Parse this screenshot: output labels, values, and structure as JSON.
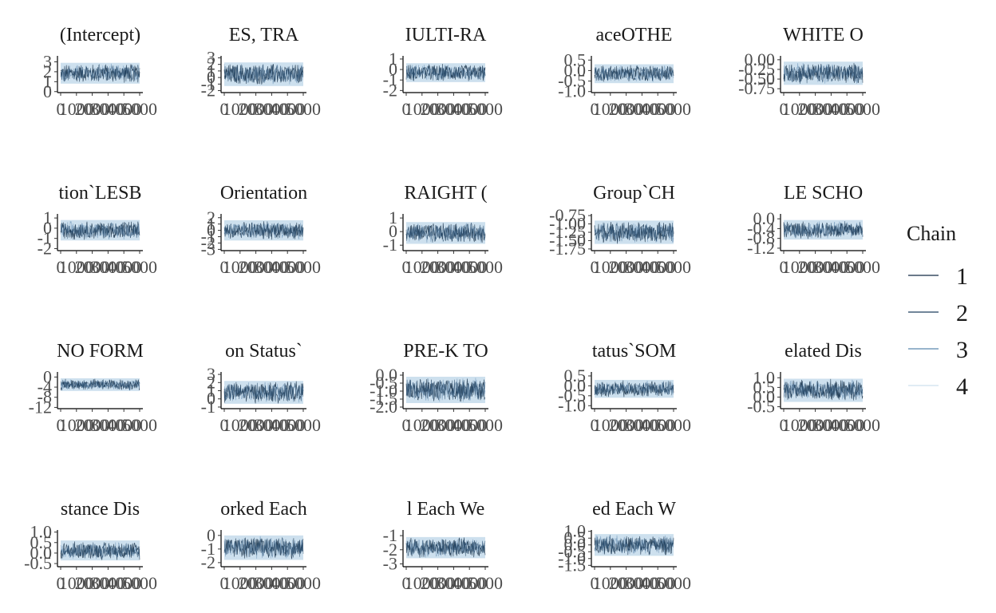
{
  "legend": {
    "title": "Chain",
    "items": [
      {
        "label": "1",
        "color": "#132b43"
      },
      {
        "label": "2",
        "color": "#1d3f5e"
      },
      {
        "label": "3",
        "color": "#5b86ad"
      },
      {
        "label": "4",
        "color": "#cde0ee"
      }
    ]
  },
  "chart_data": [
    {
      "type": "line",
      "title": "(Intercept)",
      "yticks": [
        "3",
        "2",
        "1",
        "0"
      ],
      "yvals": [
        3,
        2,
        1,
        0
      ],
      "ylim": [
        -0.1,
        3.6
      ],
      "band": [
        0.8,
        2.9
      ],
      "xticks": [
        "0",
        "1000",
        "2000",
        "3000",
        "4000",
        "5000"
      ]
    },
    {
      "type": "line",
      "title": "ES, TRA",
      "yticks": [
        "3",
        "2",
        "1",
        "0",
        "-1",
        "-2"
      ],
      "yvals": [
        3,
        2,
        1,
        0,
        -1,
        -2
      ],
      "ylim": [
        -2.3,
        3.3
      ],
      "band": [
        -1.3,
        2.3
      ],
      "xticks": [
        "0",
        "1000",
        "2000",
        "3000",
        "4000",
        "5000"
      ]
    },
    {
      "type": "line",
      "title": "IULTI-RA",
      "yticks": [
        "1",
        "0",
        "-1",
        "-2"
      ],
      "yvals": [
        1,
        0,
        -1,
        -2
      ],
      "ylim": [
        -2.2,
        1.3
      ],
      "band": [
        -1.2,
        0.6
      ],
      "xticks": [
        "0",
        "1000",
        "2000",
        "3000",
        "4000",
        "5000"
      ]
    },
    {
      "type": "line",
      "title": "aceOTHE",
      "yticks": [
        "0.5",
        "0.0",
        "-0.5",
        "-1.0"
      ],
      "yvals": [
        0.5,
        0,
        -0.5,
        -1
      ],
      "ylim": [
        -1.05,
        0.7
      ],
      "band": [
        -0.6,
        0.3
      ],
      "xticks": [
        "0",
        "1000",
        "2000",
        "3000",
        "4000",
        "5000"
      ]
    },
    {
      "type": "line",
      "title": "WHITE O",
      "yticks": [
        "0.00",
        "-0.25",
        "-0.50",
        "-0.75"
      ],
      "yvals": [
        0,
        -0.25,
        -0.5,
        -0.75
      ],
      "ylim": [
        -0.85,
        0.1
      ],
      "band": [
        -0.65,
        -0.05
      ],
      "xticks": [
        "0",
        "1000",
        "2000",
        "3000",
        "4000",
        "5000"
      ]
    },
    {
      "type": "line",
      "title": "tion`LESB",
      "yticks": [
        "1",
        "0",
        "-1",
        "-2"
      ],
      "yvals": [
        1,
        0,
        -1,
        -2
      ],
      "ylim": [
        -2.2,
        1.4
      ],
      "band": [
        -1.2,
        0.8
      ],
      "xticks": [
        "0",
        "1000",
        "2000",
        "3000",
        "4000",
        "5000"
      ]
    },
    {
      "type": "line",
      "title": "Orientation",
      "yticks": [
        "2",
        "1",
        "0",
        "-1",
        "-2",
        "-3"
      ],
      "yvals": [
        2,
        1,
        0,
        -1,
        -2,
        -3
      ],
      "ylim": [
        -3.2,
        2.6
      ],
      "band": [
        -1.6,
        1.6
      ],
      "xticks": [
        "0",
        "1000",
        "2000",
        "3000",
        "4000",
        "5000"
      ]
    },
    {
      "type": "line",
      "title": "RAIGHT (",
      "yticks": [
        "1",
        "0",
        "-1"
      ],
      "yvals": [
        1,
        0,
        -1
      ],
      "ylim": [
        -1.4,
        1.3
      ],
      "band": [
        -0.9,
        0.7
      ],
      "xticks": [
        "0",
        "1000",
        "2000",
        "3000",
        "4000",
        "5000"
      ]
    },
    {
      "type": "line",
      "title": "Group`CH",
      "yticks": [
        "-0.75",
        "-1.00",
        "-1.25",
        "-1.50",
        "-1.75"
      ],
      "yvals": [
        -0.75,
        -1,
        -1.25,
        -1.5,
        -1.75
      ],
      "ylim": [
        -1.8,
        -0.7
      ],
      "band": [
        -1.6,
        -0.9
      ],
      "xticks": [
        "0",
        "1000",
        "2000",
        "3000",
        "4000",
        "5000"
      ]
    },
    {
      "type": "line",
      "title": "LE SCHO",
      "yticks": [
        "0.0",
        "-0.4",
        "-0.8",
        "-1.2"
      ],
      "yvals": [
        0,
        -0.4,
        -0.8,
        -1.2
      ],
      "ylim": [
        -1.3,
        0.2
      ],
      "band": [
        -0.85,
        -0.05
      ],
      "xticks": [
        "0",
        "1000",
        "2000",
        "3000",
        "4000",
        "5000"
      ]
    },
    {
      "type": "line",
      "title": "NO FORM",
      "yticks": [
        "0",
        "-4",
        "-8",
        "-12"
      ],
      "yvals": [
        0,
        -4,
        -8,
        -12
      ],
      "ylim": [
        -12.5,
        2
      ],
      "band": [
        -5.5,
        -0.5
      ],
      "xticks": [
        "0",
        "1000",
        "2000",
        "3000",
        "4000",
        "5000"
      ]
    },
    {
      "type": "line",
      "title": "on Status`",
      "yticks": [
        "3",
        "2",
        "1",
        "0",
        "-1"
      ],
      "yvals": [
        3,
        2,
        1,
        0,
        -1
      ],
      "ylim": [
        -1.2,
        3.3
      ],
      "band": [
        -0.6,
        2.2
      ],
      "xticks": [
        "0",
        "1000",
        "2000",
        "3000",
        "4000",
        "5000"
      ]
    },
    {
      "type": "line",
      "title": "PRE-K TO",
      "yticks": [
        "0.0",
        "-0.5",
        "-1.0",
        "-1.5",
        "-2.0"
      ],
      "yvals": [
        0,
        -0.5,
        -1,
        -1.5,
        -2
      ],
      "ylim": [
        -2.1,
        0.2
      ],
      "band": [
        -1.75,
        -0.1
      ],
      "xticks": [
        "0",
        "1000",
        "2000",
        "3000",
        "4000",
        "5000"
      ]
    },
    {
      "type": "line",
      "title": "tatus`SOM",
      "yticks": [
        "0.5",
        "0.0",
        "-0.5",
        "-1.0"
      ],
      "yvals": [
        0.5,
        0,
        -0.5,
        -1
      ],
      "ylim": [
        -1.15,
        0.7
      ],
      "band": [
        -0.6,
        0.3
      ],
      "xticks": [
        "0",
        "1000",
        "2000",
        "3000",
        "4000",
        "5000"
      ]
    },
    {
      "type": "line",
      "title": "elated Dis",
      "yticks": [
        "1.0",
        "0.5",
        "0.0",
        "-0.5"
      ],
      "yvals": [
        1,
        0.5,
        0,
        -0.5
      ],
      "ylim": [
        -0.6,
        1.3
      ],
      "band": [
        -0.25,
        0.95
      ],
      "xticks": [
        "0",
        "1000",
        "2000",
        "3000",
        "4000",
        "5000"
      ]
    },
    {
      "type": "line",
      "title": "stance Dis",
      "yticks": [
        "1.0",
        "0.5",
        "0.0",
        "-0.5"
      ],
      "yvals": [
        1,
        0.5,
        0,
        -0.5
      ],
      "ylim": [
        -0.65,
        1.1
      ],
      "band": [
        -0.35,
        0.6
      ],
      "xticks": [
        "0",
        "1000",
        "2000",
        "3000",
        "4000",
        "5000"
      ]
    },
    {
      "type": "line",
      "title": "orked Each",
      "yticks": [
        "0",
        "-1",
        "-2"
      ],
      "yvals": [
        0,
        -1,
        -2
      ],
      "ylim": [
        -2.3,
        0.4
      ],
      "band": [
        -1.8,
        0
      ],
      "xticks": [
        "0",
        "1000",
        "2000",
        "3000",
        "4000",
        "5000"
      ]
    },
    {
      "type": "line",
      "title": "l Each We",
      "yticks": [
        "-1",
        "-2",
        "-3"
      ],
      "yvals": [
        -1,
        -2,
        -3
      ],
      "ylim": [
        -3.2,
        -0.6
      ],
      "band": [
        -2.6,
        -1.1
      ],
      "xticks": [
        "0",
        "1000",
        "2000",
        "3000",
        "4000",
        "5000"
      ]
    },
    {
      "type": "line",
      "title": "ed Each W",
      "yticks": [
        "1.0",
        "0.5",
        "0.0",
        "-0.5",
        "-1.0",
        "-1.5"
      ],
      "yvals": [
        1,
        0.5,
        0,
        -0.5,
        -1,
        -1.5
      ],
      "ylim": [
        -1.6,
        1.1
      ],
      "band": [
        -0.8,
        0.8
      ],
      "xticks": [
        "0",
        "1000",
        "2000",
        "3000",
        "4000",
        "5000"
      ]
    }
  ]
}
